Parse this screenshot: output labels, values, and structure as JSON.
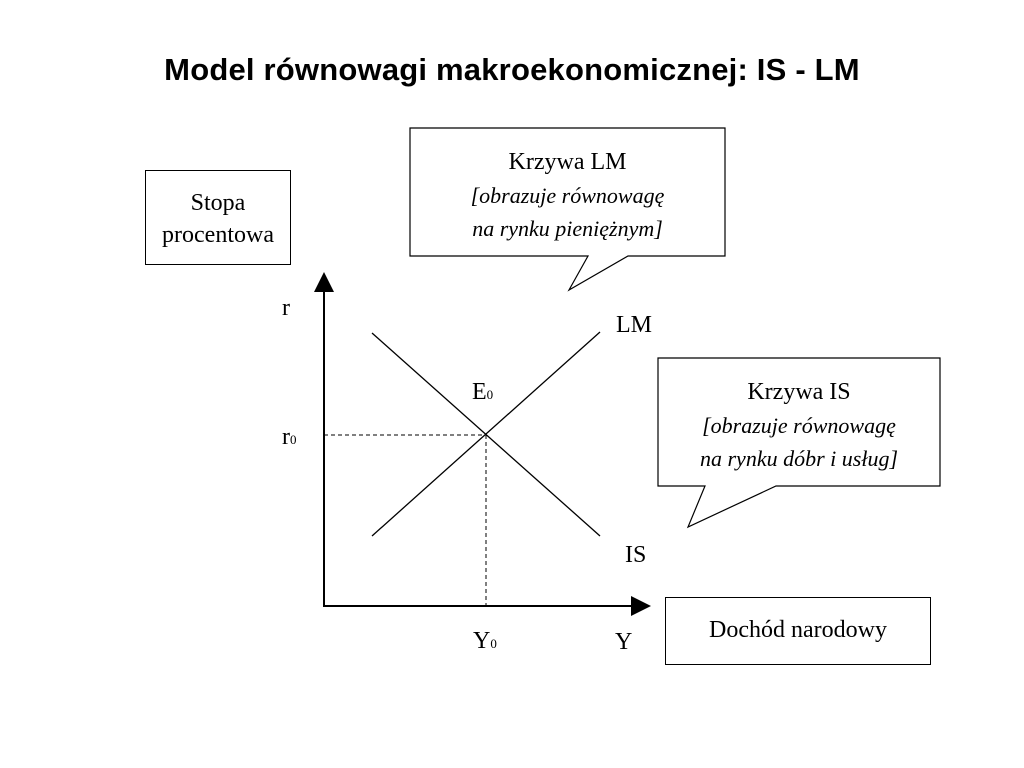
{
  "title": "Model równowagi makroekonomicznej: IS - LM",
  "boxes": {
    "rate_line1": "Stopa",
    "rate_line2": "procentowa",
    "income": "Dochód narodowy"
  },
  "callouts": {
    "lm_title": "Krzywa LM",
    "lm_desc1": "[obrazuje równowagę",
    "lm_desc2": "na rynku pieniężnym]",
    "is_title": "Krzywa IS",
    "is_desc1": "[obrazuje równowagę",
    "is_desc2": "na rynku dóbr i usług]"
  },
  "labels": {
    "r_axis": "r",
    "y_axis": "Y",
    "r0_main": "r",
    "r0_sub": "0",
    "y0_main": "Y",
    "y0_sub": "0",
    "e0_main": "E",
    "e0_sub": "0",
    "lm_curve": "LM",
    "is_curve": "IS"
  },
  "colors": {
    "line": "#000000",
    "background": "#ffffff"
  }
}
